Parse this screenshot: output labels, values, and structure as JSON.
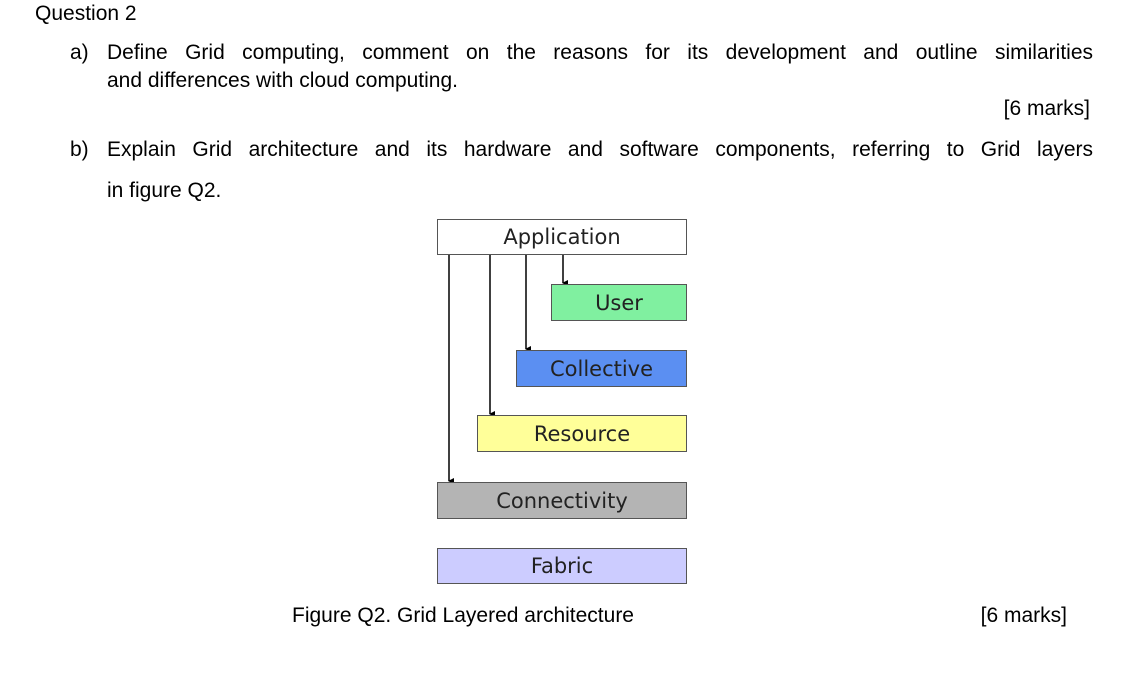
{
  "question": {
    "title": "Question 2",
    "part_a": {
      "label": "a)",
      "line1": "Define Grid computing, comment on the reasons for its development and outline similarities",
      "line2": "and differences with cloud computing.",
      "marks": "[6 marks]"
    },
    "part_b": {
      "label": "b)",
      "line1": "Explain Grid architecture and its hardware and software components, referring to Grid layers",
      "line2": "in figure Q2.",
      "marks": "[6 marks]"
    }
  },
  "figure": {
    "caption": "Figure Q2. Grid Layered architecture",
    "layers": [
      {
        "label": "Application",
        "color": "#ffffff"
      },
      {
        "label": "User",
        "color": "#80f0a0"
      },
      {
        "label": "Collective",
        "color": "#5b8ff2"
      },
      {
        "label": "Resource",
        "color": "#ffff99"
      },
      {
        "label": "Connectivity",
        "color": "#b4b4b4"
      },
      {
        "label": "Fabric",
        "color": "#ccccff"
      }
    ]
  }
}
